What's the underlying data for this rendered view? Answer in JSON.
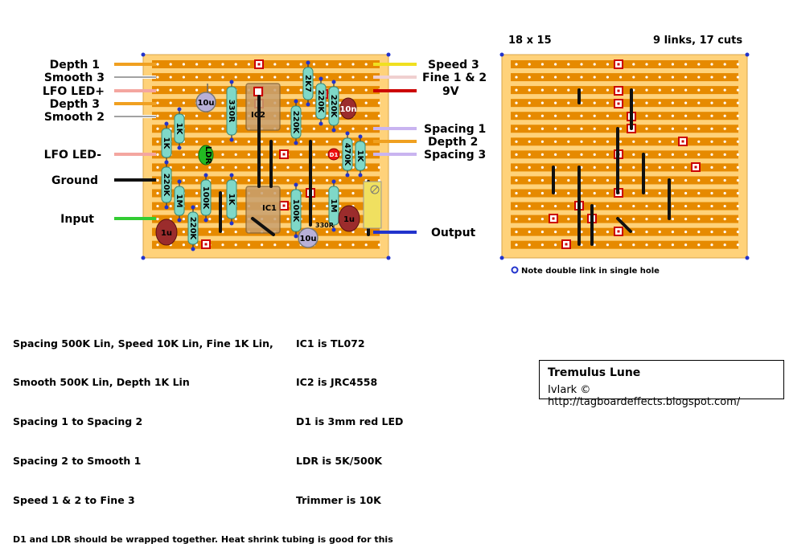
{
  "board": {
    "left_labels": [
      "Depth 1",
      "Smooth 3",
      "LFO LED+",
      "Depth 3",
      "Smooth 2",
      "LFO LED-",
      "Ground",
      "Input"
    ],
    "right_labels": [
      "Speed 3",
      "Fine 1 & 2",
      "9V",
      "Spacing 1",
      "Depth 2",
      "Spacing 3",
      "Output"
    ],
    "components": {
      "ic1": "IC1",
      "ic2": "IC2",
      "resistors": [
        "1K",
        "1K",
        "330R",
        "2K7",
        "220K",
        "220K",
        "220K",
        "470K",
        "1K",
        "220K",
        "1M",
        "100K",
        "220K",
        "1K",
        "100K",
        "1M",
        "330R"
      ],
      "cap_10u_a": "10u",
      "cap_10u_b": "10u",
      "cap_10n": "10n",
      "cap_1u_a": "1u",
      "cap_1u_b": "1u",
      "ldr": "LDR",
      "led": "D1"
    }
  },
  "cut_view": {
    "size_label": "18 x 15",
    "links_label": "9 links, 17 cuts",
    "note": "Note double link in single hole"
  },
  "notes": {
    "left": [
      "Spacing 500K Lin, Speed 10K Lin, Fine 1K Lin,",
      "Smooth 500K Lin, Depth 1K Lin",
      "Spacing 1 to Spacing 2",
      "Spacing 2 to Smooth 1",
      "Speed 1 & 2 to Fine 3"
    ],
    "right": [
      "IC1 is TL072",
      "IC2 is JRC4558",
      "D1 is 3mm red LED",
      "LDR is 5K/500K",
      "Trimmer is 10K"
    ],
    "footer": "D1 and LDR should be wrapped together. Heat shrink tubing is good for this"
  },
  "title_box": {
    "title": "Tremulus Lune",
    "credit": "IvIark © http://tagboardeffects.blogspot.com/"
  },
  "colors": {
    "board": "#ffcc66",
    "strip": "#e68a00",
    "cut": "#cc0000",
    "resistor": "#7fd8c8",
    "cap_electrolytic": "#9b2c2c",
    "ldr": "#22bb22"
  }
}
